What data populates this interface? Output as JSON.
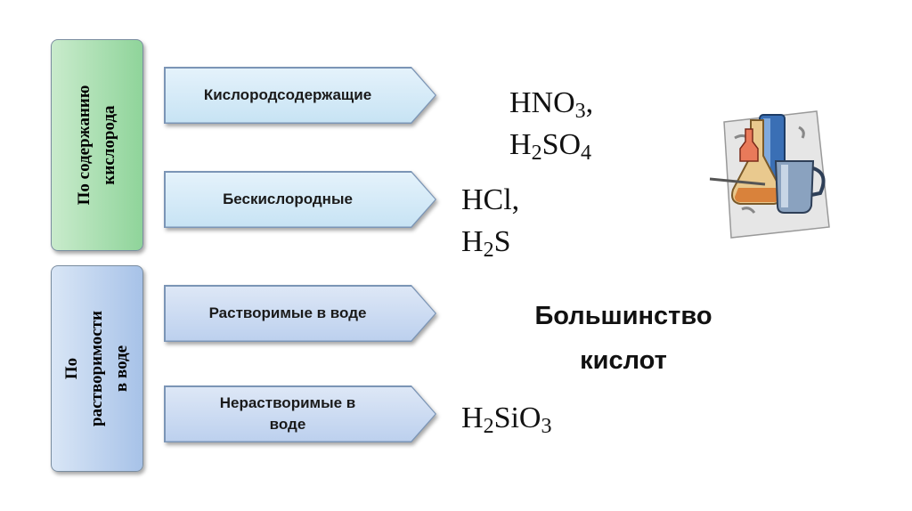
{
  "categories": {
    "oxygen": {
      "line1": "По содержанию",
      "line2": "кислорода"
    },
    "solubility": {
      "line1": "По",
      "line2": "растворимости",
      "line3": "в воде"
    }
  },
  "arrows": {
    "oxygen_containing": "Кислородсодержащие",
    "oxygen_free": "Бескислородные",
    "soluble": "Растворимые в воде",
    "insoluble_line1": "Нерастворимые в",
    "insoluble_line2": "воде"
  },
  "formulas": {
    "hno3": {
      "base": "HNO",
      "sub": "3",
      "tail": ","
    },
    "h2so4": {
      "a": "H",
      "sub": "2",
      "b": "SO",
      "sub2": "4"
    },
    "hcl": "HCl,",
    "h2s": {
      "a": "H",
      "sub": "2",
      "b": "S"
    },
    "majority_line1": "Большинство",
    "majority_line2": "кислот",
    "h2sio3": {
      "a": "H",
      "sub": "2",
      "b": "SiO",
      "sub2": "3"
    }
  },
  "clipart": {
    "icon": "lab-glassware-icon"
  }
}
